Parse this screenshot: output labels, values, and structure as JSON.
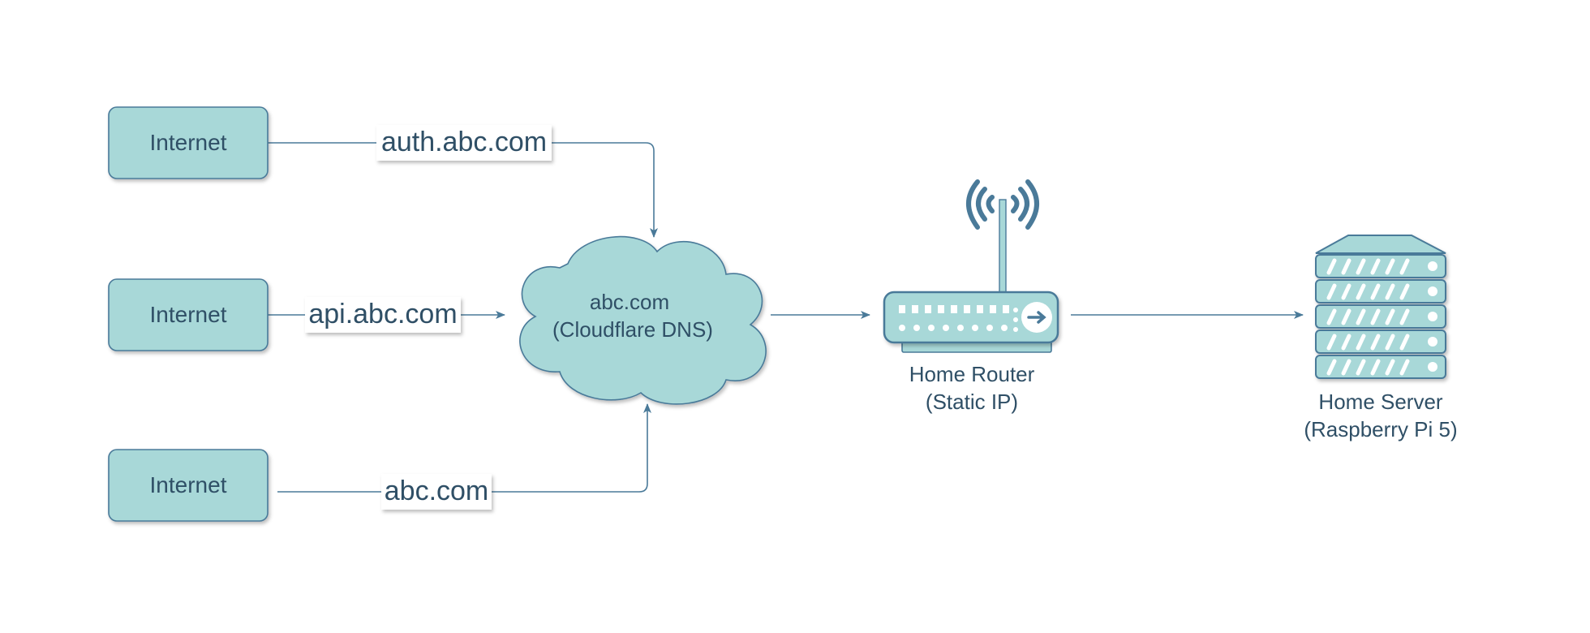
{
  "diagram": {
    "sources": [
      {
        "label": "Internet"
      },
      {
        "label": "Internet"
      },
      {
        "label": "Internet"
      }
    ],
    "edges": [
      {
        "label": "auth.abc.com"
      },
      {
        "label": "api.abc.com"
      },
      {
        "label": "abc.com"
      }
    ],
    "dns": {
      "line1": "abc.com",
      "line2": "(Cloudflare DNS)"
    },
    "router": {
      "line1": "Home Router",
      "line2": "(Static IP)"
    },
    "server": {
      "line1": "Home Server",
      "line2": "(Raspberry Pi 5)"
    }
  },
  "colors": {
    "fill": "#a8d8d8",
    "stroke": "#4a7a99",
    "edge": "#4a7a99",
    "text": "#2f4f66"
  }
}
